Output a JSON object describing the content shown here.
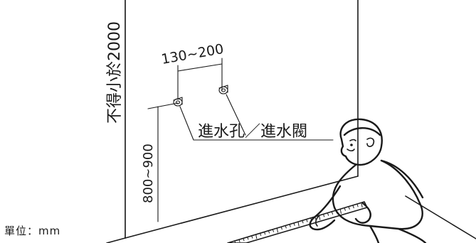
{
  "diagram": {
    "height_label": "不得小於2000",
    "spacing_label": "130~200",
    "inlet_height_label": "800~900",
    "callout_label": "進水孔／進水閥",
    "unit_label": "單位：mm"
  }
}
